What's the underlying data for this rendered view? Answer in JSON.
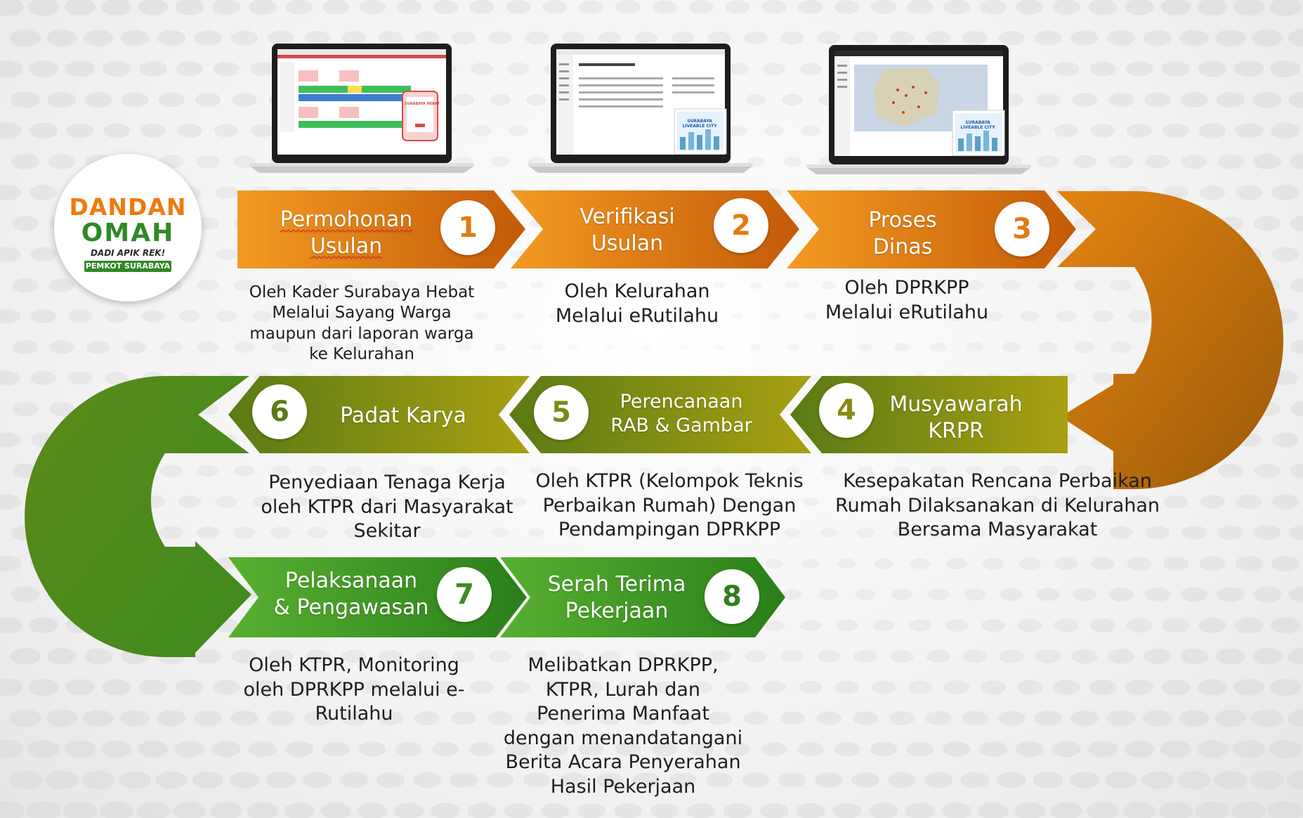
{
  "logo": {
    "line1": "DANDAN",
    "line2": "OMAH",
    "tagline": "DADI APIK REK!",
    "subtitle": "PEMKOT SURABAYA"
  },
  "laptops": [
    {
      "screen_text": "SURABAYA HEBAT"
    },
    {
      "screen_text": "SURABAYA LIVEABLE CITY"
    },
    {
      "screen_text": "SURABAYA LIVEABLE CITY"
    }
  ],
  "steps": [
    {
      "number": "1",
      "title": [
        "Permohonan",
        "Usulan"
      ],
      "description": [
        "Oleh Kader Surabaya Hebat",
        "Melalui Sayang Warga",
        "maupun dari laporan warga",
        "ke Kelurahan"
      ]
    },
    {
      "number": "2",
      "title": [
        "Verifikasi",
        "Usulan"
      ],
      "description": [
        "Oleh Kelurahan",
        "Melalui eRutilahu"
      ]
    },
    {
      "number": "3",
      "title": [
        "Proses",
        "Dinas"
      ],
      "description": [
        "Oleh DPRKPP",
        "Melalui eRutilahu"
      ]
    },
    {
      "number": "4",
      "title": [
        "Musyawarah",
        "KRPR"
      ],
      "description": [
        "Kesepakatan Rencana Perbaikan",
        "Rumah Dilaksanakan di Kelurahan",
        "Bersama Masyarakat"
      ]
    },
    {
      "number": "5",
      "title": [
        "Perencanaan",
        "RAB & Gambar"
      ],
      "description": [
        "Oleh KTPR (Kelompok Teknis",
        "Perbaikan Rumah) Dengan",
        "Pendampingan DPRKPP"
      ]
    },
    {
      "number": "6",
      "title": [
        "Padat Karya"
      ],
      "description": [
        "Penyediaan Tenaga Kerja",
        "oleh KTPR dari Masyarakat",
        "Sekitar"
      ]
    },
    {
      "number": "7",
      "title": [
        "Pelaksanaan",
        "& Pengawasan"
      ],
      "description": [
        "Oleh KTPR, Monitoring",
        "oleh DPRKPP melalui e-",
        "Rutilahu"
      ]
    },
    {
      "number": "8",
      "title": [
        "Serah Terima",
        "Pekerjaan"
      ],
      "description": [
        "Melibatkan DPRKPP,",
        "KTPR, Lurah dan",
        "Penerima Manfaat",
        "dengan menandatangani",
        "Berita Acara Penyerahan",
        "Hasil Pekerjaan"
      ]
    }
  ],
  "colors": {
    "row1_start": "#f08a12",
    "row1_end": "#b44f08",
    "row2_start": "#5f7f14",
    "row2_end": "#a59b12",
    "row3_start": "#3f9a2a",
    "row3_end": "#2f8a20",
    "curve_right": "#c8680c",
    "curve_left": "#4a8a18"
  }
}
